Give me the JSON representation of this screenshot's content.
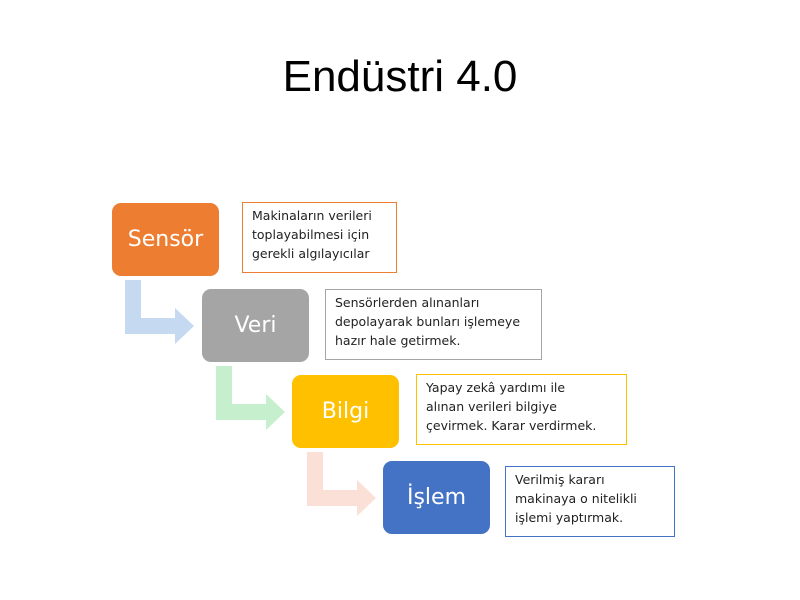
{
  "title": "Endüstri 4.0",
  "stages": [
    {
      "label": "Sensör",
      "color": "#ed7d31",
      "border": "#ed7d31",
      "desc": [
        "Makinaların verileri",
        "toplayabilmesi için",
        "gerekli algılayıcılar"
      ]
    },
    {
      "label": "Veri",
      "color": "#a5a5a5",
      "border": "#a5a5a5",
      "desc": [
        "Sensörlerden alınanları",
        "depolayarak bunları işlemeye",
        "hazır hale getirmek."
      ]
    },
    {
      "label": "Bilgi",
      "color": "#ffc000",
      "border": "#ffc000",
      "desc": [
        "Yapay zekâ yardımı ile",
        "alınan verileri bilgiye",
        "çevirmek. Karar verdirmek."
      ]
    },
    {
      "label": "İşlem",
      "color": "#4472c4",
      "border": "#4472c4",
      "desc": [
        "Verilmiş kararı",
        "makinaya o nitelikli",
        "işlemi yaptırmak."
      ]
    }
  ],
  "arrow_colors": [
    "#c5d9f1",
    "#c6efce",
    "#fbe0d7"
  ],
  "icons": {
    "connector": "bent-arrow-icon"
  }
}
